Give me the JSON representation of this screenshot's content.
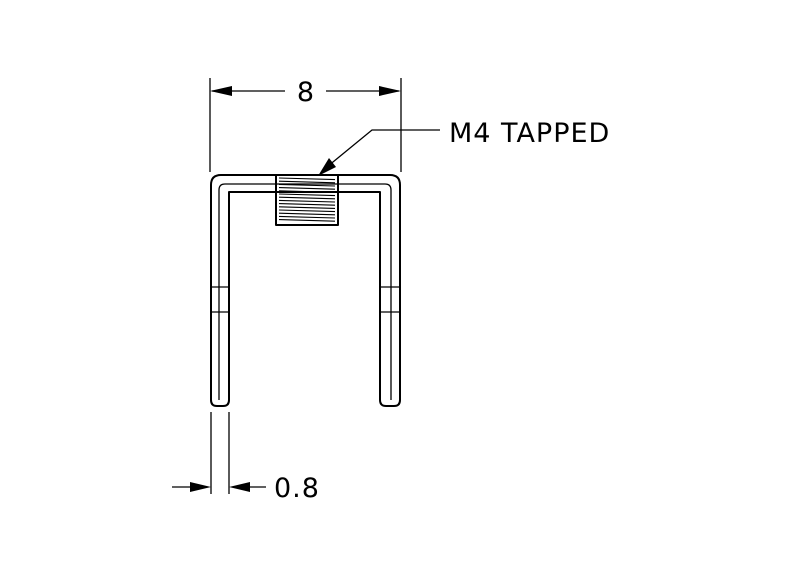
{
  "dimensions": {
    "width_label": "8",
    "thickness_label": "0.8"
  },
  "callout": {
    "label": "M4 TAPPED"
  },
  "colors": {
    "line": "#000000",
    "background": "#ffffff"
  }
}
